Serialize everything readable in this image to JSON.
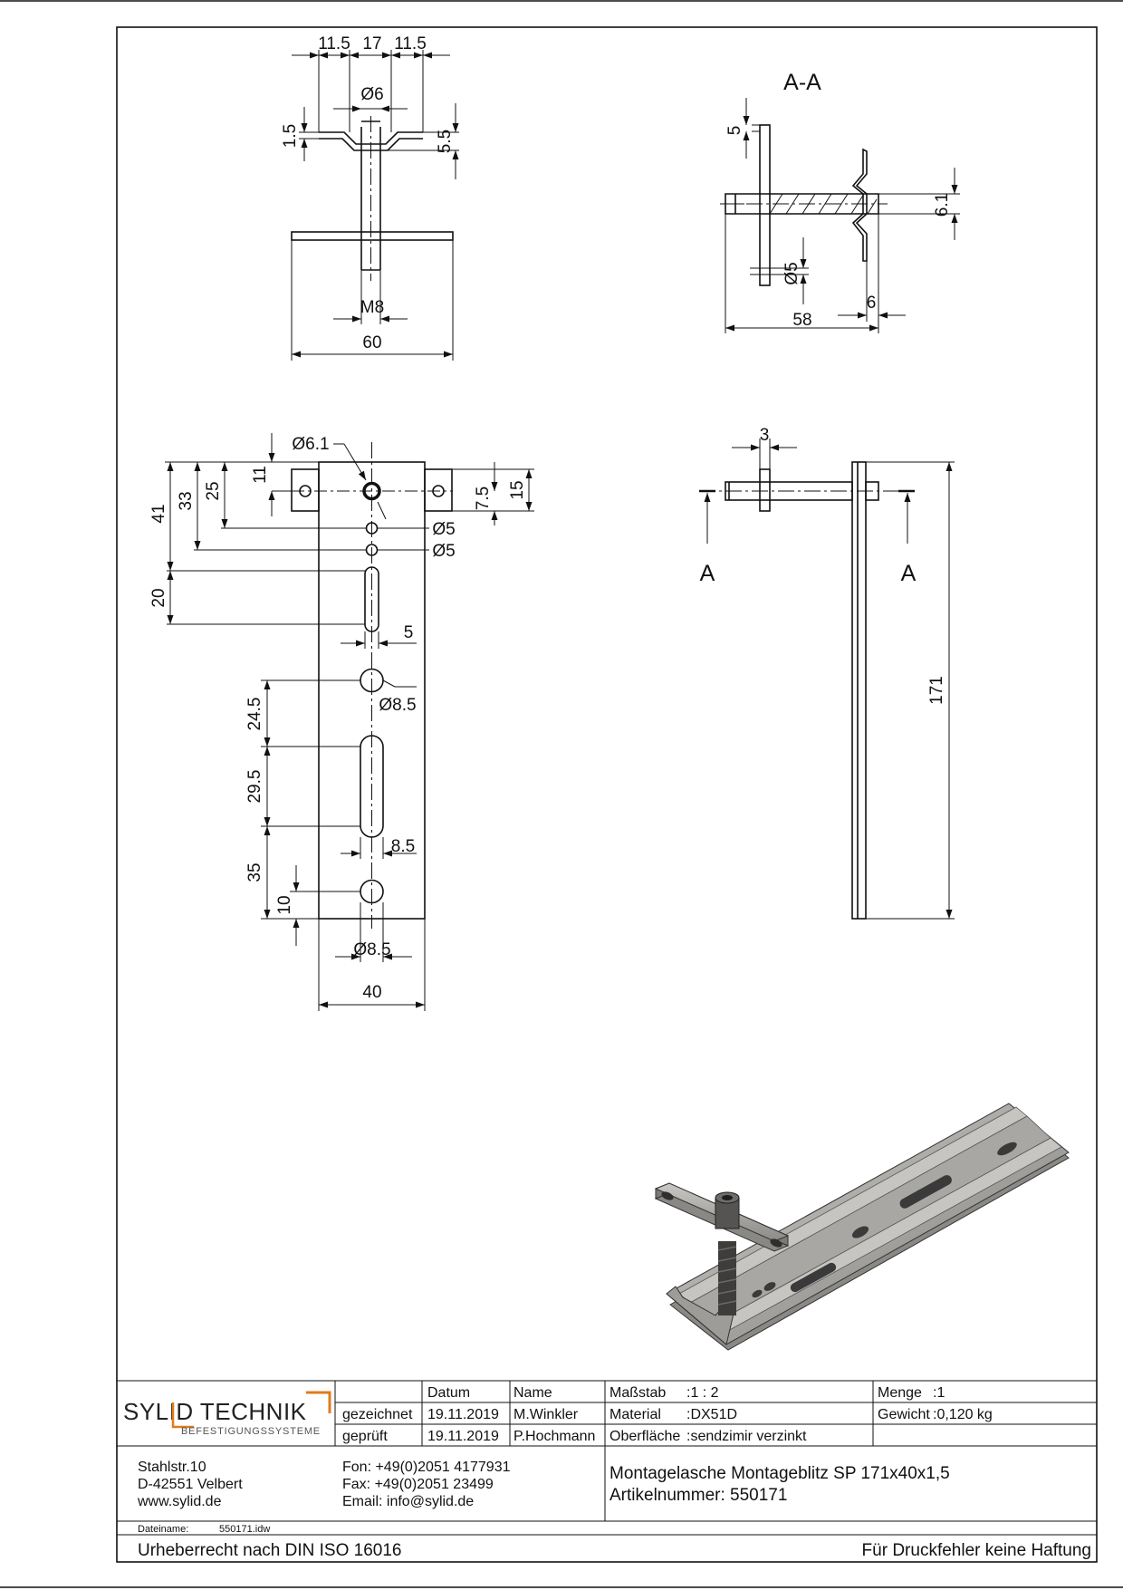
{
  "views": {
    "top": {
      "dims": [
        "11.5",
        "17",
        "11.5",
        "Ø6",
        "1.5",
        "5.5",
        "M8",
        "60"
      ]
    },
    "section": {
      "title": "A-A",
      "dims": [
        "5",
        "6.1",
        "Ø5",
        "6",
        "58"
      ]
    },
    "front": {
      "dims": [
        "Ø6.1",
        "11",
        "25",
        "33",
        "41",
        "Ø5",
        "Ø5",
        "7.5",
        "15",
        "20",
        "5",
        "Ø8.5",
        "24.5",
        "29.5",
        "8.5",
        "35",
        "10",
        "Ø8.5",
        "40"
      ]
    },
    "side": {
      "dims": [
        "3",
        "171"
      ],
      "section_marks": [
        "A",
        "A"
      ]
    }
  },
  "title_block": {
    "logo": {
      "main": "SYLID TECHNIK",
      "sub": "BEFESTIGUNGSSYSTEME",
      "accent_color": "#e07b1a"
    },
    "headers": {
      "datum": "Datum",
      "name": "Name"
    },
    "rows": [
      {
        "label": "gezeichnet",
        "date": "19.11.2019",
        "name": "M.Winkler"
      },
      {
        "label": "geprüft",
        "date": "19.11.2019",
        "name": "P.Hochmann"
      }
    ],
    "massstab": {
      "label": "Maßstab",
      "value": ":1 : 2"
    },
    "material": {
      "label": "Material",
      "value": ":DX51D"
    },
    "oberflaeche": {
      "label": "Oberfläche",
      "value": ":sendzimir verzinkt"
    },
    "menge": {
      "label": "Menge",
      "value": ":1"
    },
    "gewicht": {
      "label": "Gewicht",
      "value": ":0,120 kg"
    },
    "address": [
      "Stahlstr.10",
      "D-42551 Velbert",
      "www.sylid.de"
    ],
    "contact": [
      "Fon: +49(0)2051 4177931",
      "Fax: +49(0)2051 23499",
      "Email: info@sylid.de"
    ],
    "product": {
      "title": "Montagelasche Montageblitz SP 171x40x1,5",
      "article": "Artikelnummer: 550171"
    },
    "file": {
      "label": "Dateiname:",
      "value": "550171.idw"
    },
    "copyright": "Urheberrecht nach DIN ISO 16016",
    "disclaimer": "Für Druckfehler keine Haftung"
  }
}
